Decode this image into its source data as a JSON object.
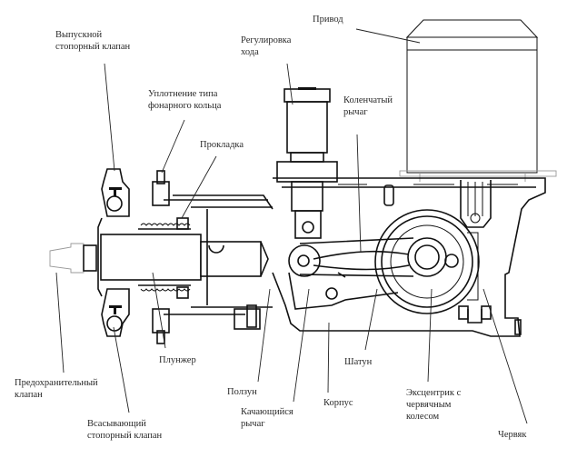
{
  "diagram": {
    "title": "Плунжерный насос-дозатор — устройство",
    "labels": {
      "outlet_check_valve": "Выпускной\nстопорный клапан",
      "lantern_ring_seal": "Уплотнение типа\nфонарного кольца",
      "gasket": "Прокладка",
      "stroke_adjustment": "Регулировка\nхода",
      "drive": "Привод",
      "crank_lever": "Коленчатый\nрычаг",
      "relief_valve": "Предохранительный\nклапан",
      "plunger": "Плунжер",
      "suction_check_valve": "Всасывающий\nстопорный клапан",
      "slider": "Ползун",
      "rocker_arm": "Качающийся\nрычаг",
      "housing": "Корпус",
      "connecting_rod": "Шатун",
      "eccentric_worm_wheel": "Эксцентрик с\nчервячным\nколесом",
      "worm": "Червяк"
    }
  }
}
